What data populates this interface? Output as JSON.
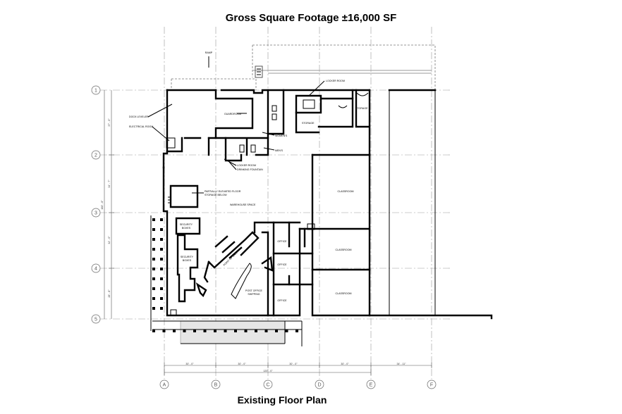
{
  "title": "Gross Square Footage ±16,000 SF",
  "subtitle": "Existing Floor Plan",
  "grid": {
    "columns": [
      "A",
      "B",
      "C",
      "D",
      "E",
      "F"
    ],
    "rows": [
      "1",
      "2",
      "3",
      "4",
      "5"
    ]
  },
  "dimensions": {
    "bays": [
      "30' - 0\"",
      "30' - 0\"",
      "30' - 0\"",
      "30' - 0\"",
      "34' - 11\""
    ],
    "overall": "120' - 0\"",
    "side": [
      "37' - 0\"",
      "34' - 7\"",
      "32' - 0\"",
      "28' - 8\""
    ],
    "side_overall": "160' - 8\""
  },
  "rooms": {
    "locker_room_top": "LOCKER ROOM",
    "storage_top": "STORAGE",
    "storage_small": "STORAGE",
    "dock_leveler": "DOCK LEVELER",
    "electrical_room": "ELECTRICAL ROOM",
    "guardroom": "GUARDROOM",
    "womens": "WOMEN'S",
    "mens": "MEN'S",
    "locker_room": "LOCKER ROOM",
    "drinking_fountain": "DRINKING FOUNTAIN",
    "partially_elevated": "PARTIALLY ELEVATED FLOOR",
    "storage_below": "STORAGE BELOW",
    "warehouse_space": "WAREHOUSE SPACE",
    "classroom_1": "CLASSROOM",
    "classroom_2": "CLASSROOM",
    "classroom_3": "CLASSROOM",
    "security_boxes_1": "SECURITY",
    "security_boxes_1b": "BOXES",
    "security_boxes_2": "SECURITY",
    "security_boxes_2b": "BOXES",
    "office_1": "OFFICE",
    "office_2": "OFFICE",
    "office_3": "OFFICE",
    "point_of_sale": "POINT OF SALE",
    "post_office": "POST OFFICE",
    "shipping": "SHIPPING",
    "ramp": "RAMP"
  }
}
